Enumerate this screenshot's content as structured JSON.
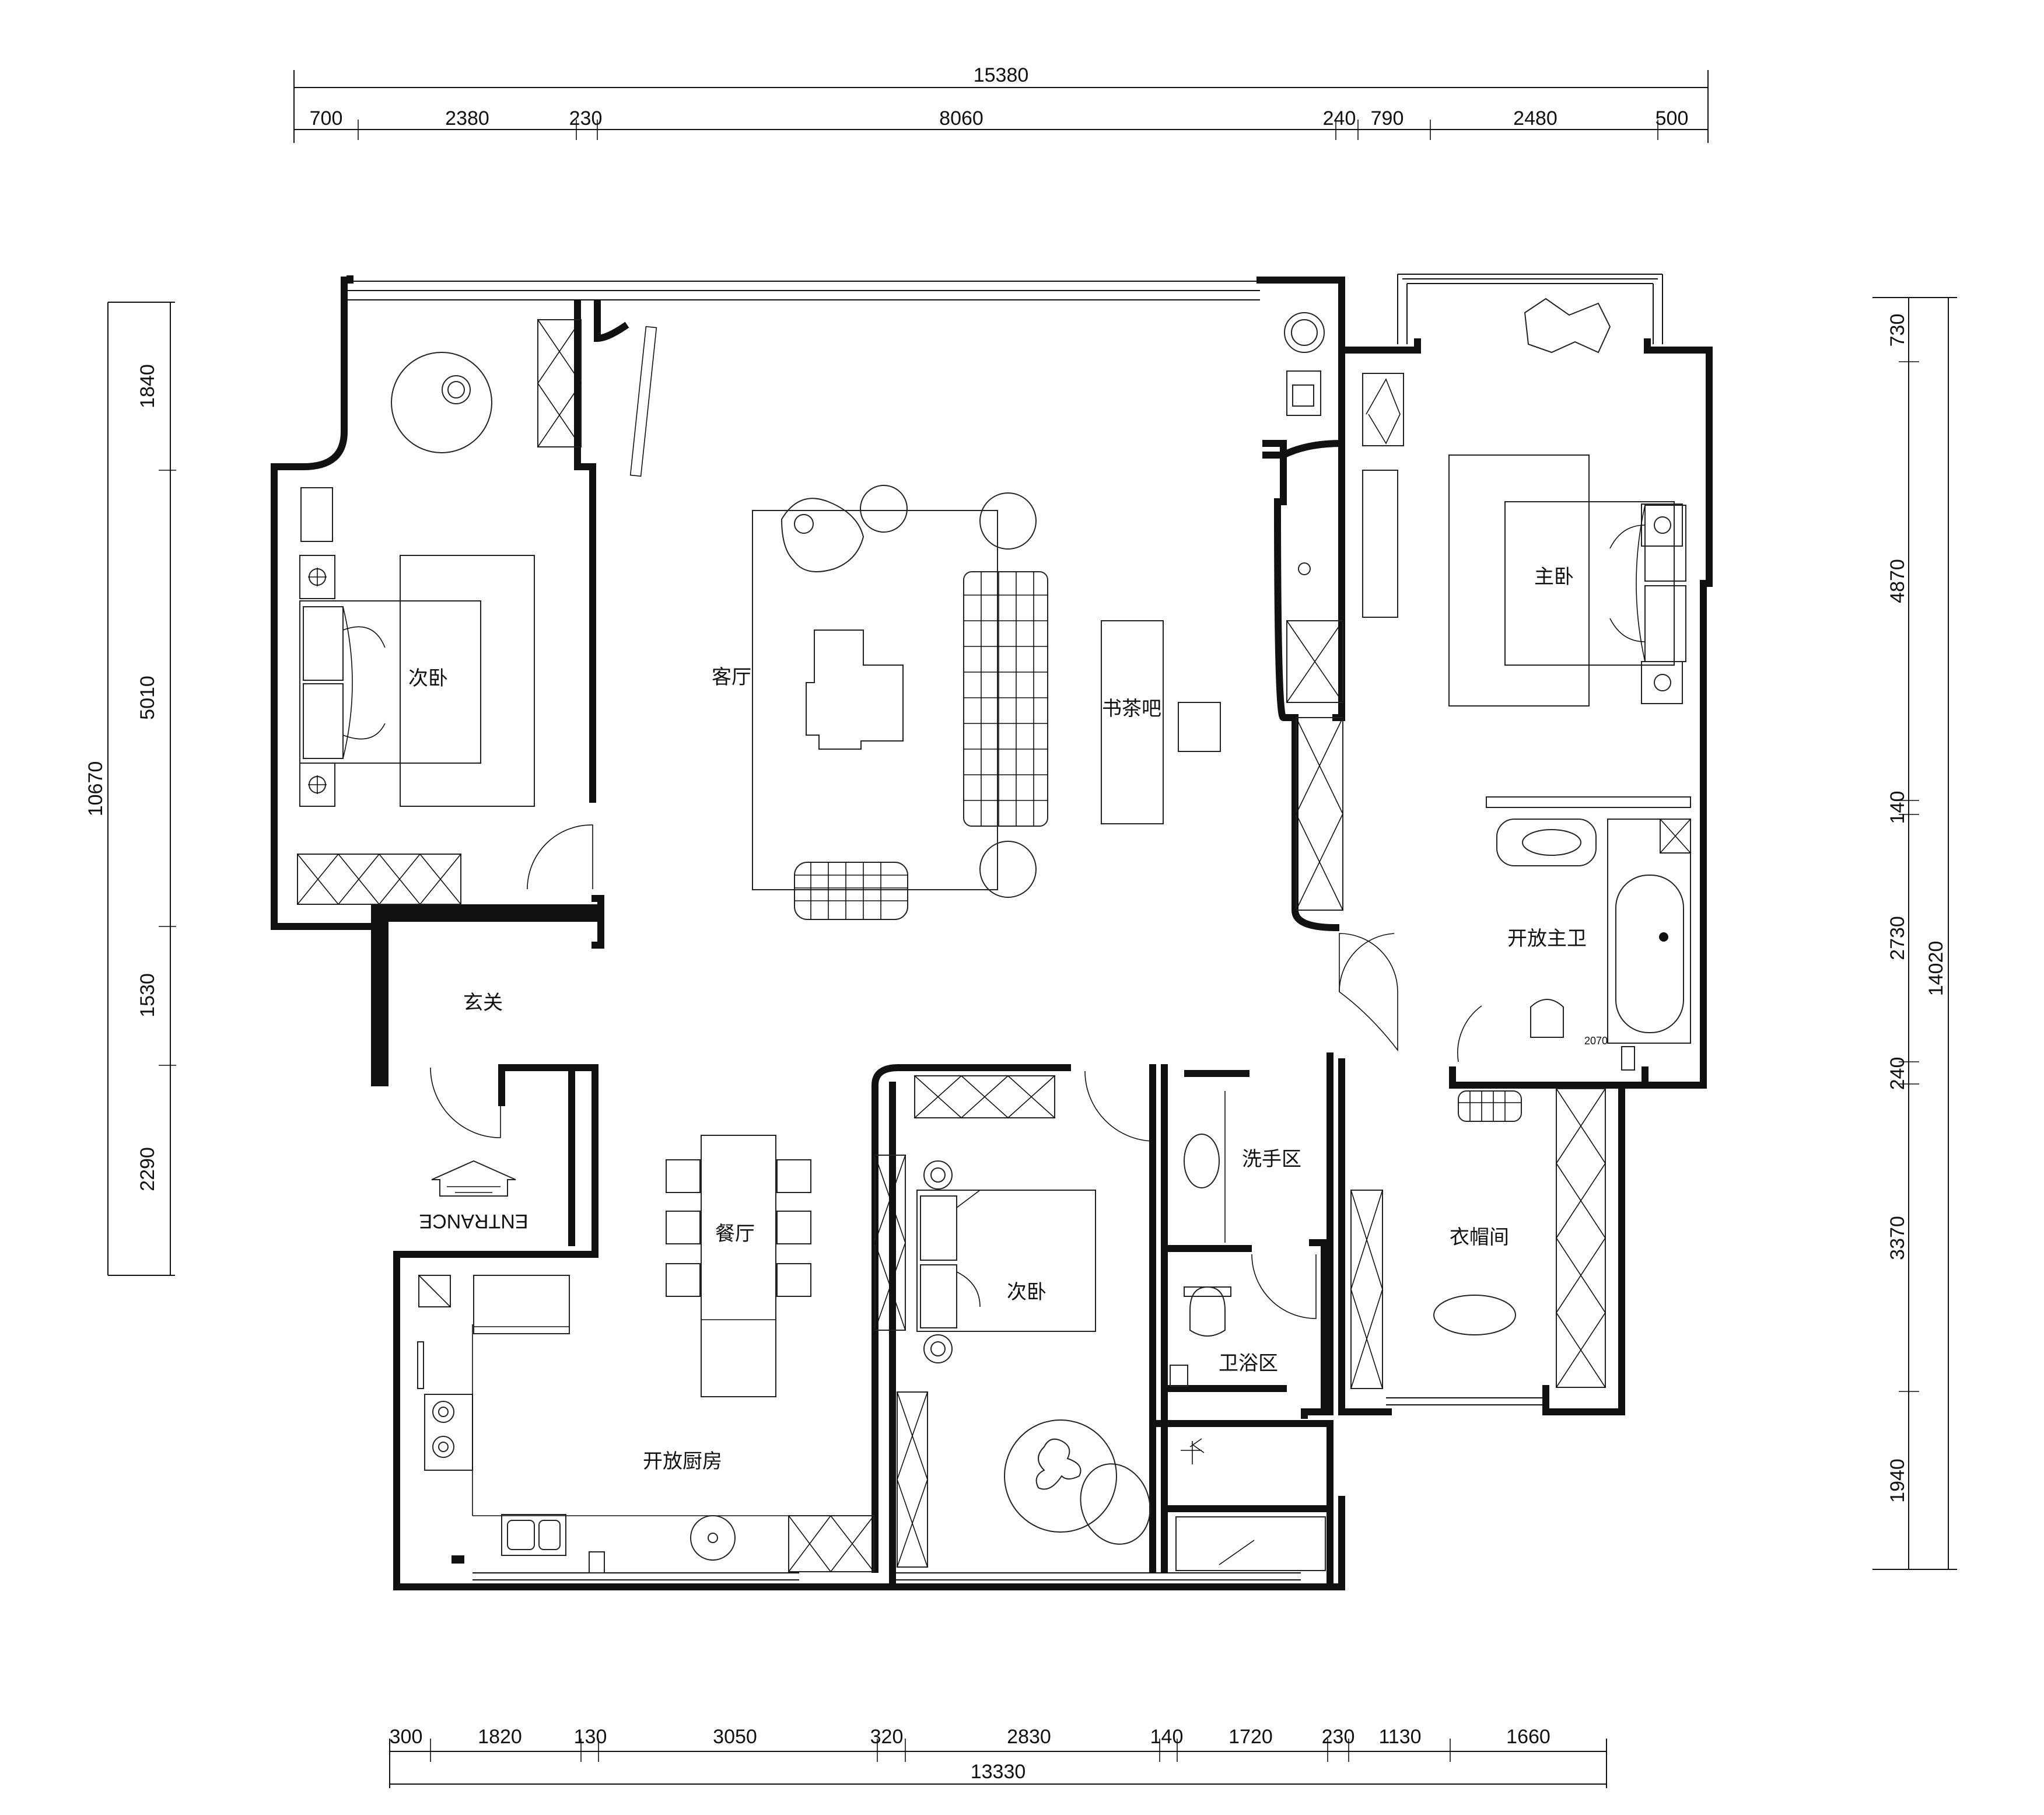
{
  "dimensions": {
    "top_total": "15380",
    "top_segments": [
      "700",
      "2380",
      "230",
      "8060",
      "240",
      "790",
      "2480",
      "500"
    ],
    "bottom_total": "13330",
    "bottom_segments": [
      "300",
      "1820",
      "130",
      "3050",
      "320",
      "2830",
      "140",
      "1720",
      "230",
      "1130",
      "1660"
    ],
    "left_total": "10670",
    "left_segments": [
      "1840",
      "5010",
      "1530",
      "2290"
    ],
    "right_total": "14020",
    "right_segments": [
      "730",
      "4870",
      "140",
      "2730",
      "240",
      "3370",
      "1940"
    ]
  },
  "rooms": {
    "bedroom_nw": "次卧",
    "living_room": "客厅",
    "tea_bar": "书茶吧",
    "master_bedroom": "主卧",
    "master_bath": "开放主卫",
    "foyer": "玄关",
    "dining": "餐厅",
    "bedroom_s": "次卧",
    "wash_area": "洗手区",
    "bath_area": "卫浴区",
    "cloakroom": "衣帽间",
    "kitchen": "开放厨房"
  },
  "entrance_label": "ENTRANCE",
  "tub_label": "2070"
}
